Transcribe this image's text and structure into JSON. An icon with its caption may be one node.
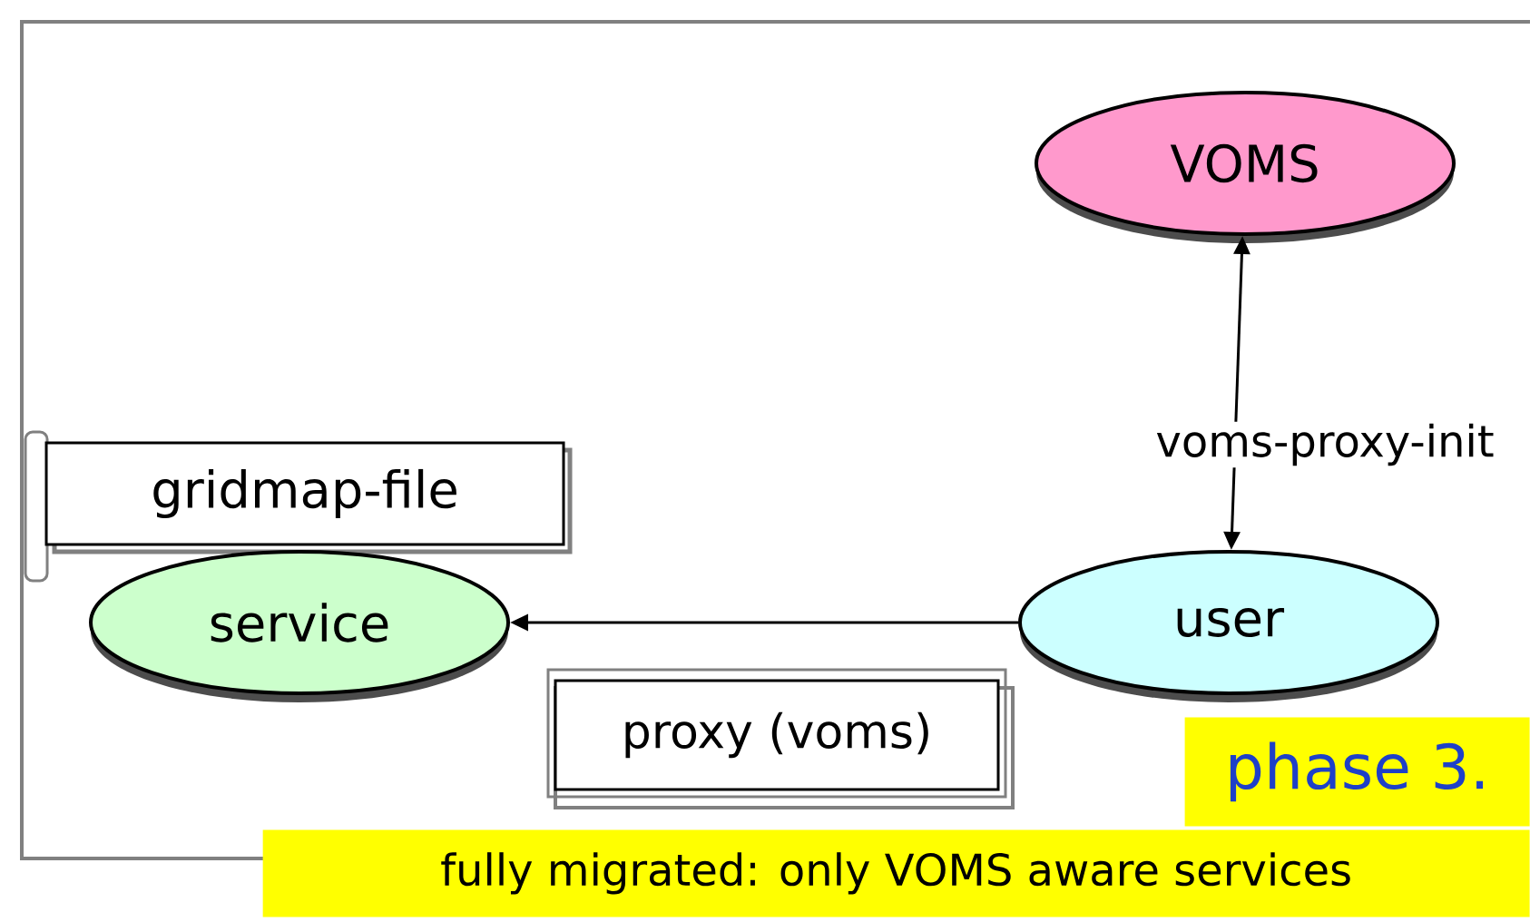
{
  "diagram": {
    "nodes": [
      {
        "text": [
          "VOMS"
        ]
      },
      {
        "text": [
          "gridmap-file"
        ]
      },
      {
        "text": [
          "service"
        ]
      },
      {
        "text": [
          "user"
        ]
      }
    ],
    "edges": [
      {
        "from": 0,
        "to": 3,
        "arrow": "both",
        "label": "voms-proxy-init"
      },
      {
        "from": 3,
        "to": 2,
        "arrow": "to",
        "label": "proxy (voms)"
      }
    ],
    "labels": [
      "phase 3.",
      "fully migrated: only VOMS aware services"
    ]
  }
}
